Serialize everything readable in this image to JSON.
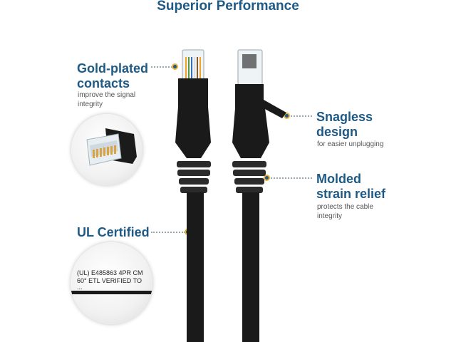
{
  "header": {
    "title": "Superior Performance"
  },
  "features": {
    "gold": {
      "title_line1": "Gold-plated",
      "title_line2": "contacts",
      "sub_line1": "improve the signal",
      "sub_line2": "integrity"
    },
    "snagless": {
      "title_line1": "Snagless",
      "title_line2": "design",
      "sub_line1": "for easier unplugging"
    },
    "molded": {
      "title_line1": "Molded",
      "title_line2": "strain relief",
      "sub_line1": "protects the cable",
      "sub_line2": "integrity"
    },
    "ul": {
      "title": "UL Certified"
    }
  },
  "cert_label": {
    "line1": "(UL) E485863 4PR CM",
    "line2": "60° ETL VERIFIED TO",
    "line3": "..."
  },
  "colors": {
    "accent": "#1f5a85",
    "dot_ring": "#e9b23a",
    "cable": "#1a1a1a"
  }
}
